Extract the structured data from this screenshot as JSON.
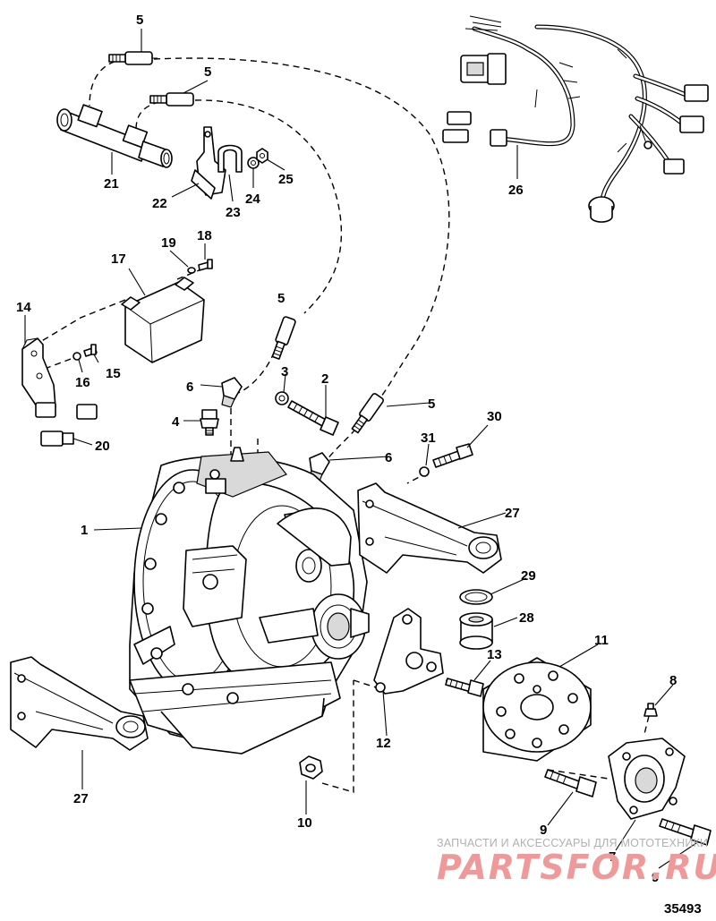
{
  "diagram": {
    "drawing_number": "35493",
    "watermark": {
      "tagline": "ЗАПЧАСТИ И АКСЕССУАРЫ ДЛЯ МОТОТЕХНИКИ",
      "logo": "PARTSFOR.RU"
    },
    "callouts": [
      {
        "id": "c5a",
        "label": "5"
      },
      {
        "id": "c5b",
        "label": "5"
      },
      {
        "id": "c5c",
        "label": "5"
      },
      {
        "id": "c5d",
        "label": "5"
      },
      {
        "id": "c21",
        "label": "21"
      },
      {
        "id": "c22",
        "label": "22"
      },
      {
        "id": "c23",
        "label": "23"
      },
      {
        "id": "c24",
        "label": "24"
      },
      {
        "id": "c25",
        "label": "25"
      },
      {
        "id": "c26",
        "label": "26"
      },
      {
        "id": "c17",
        "label": "17"
      },
      {
        "id": "c19",
        "label": "19"
      },
      {
        "id": "c18",
        "label": "18"
      },
      {
        "id": "c14",
        "label": "14"
      },
      {
        "id": "c16",
        "label": "16"
      },
      {
        "id": "c15",
        "label": "15"
      },
      {
        "id": "c20",
        "label": "20"
      },
      {
        "id": "c6a",
        "label": "6"
      },
      {
        "id": "c6b",
        "label": "6"
      },
      {
        "id": "c3",
        "label": "3"
      },
      {
        "id": "c2",
        "label": "2"
      },
      {
        "id": "c4",
        "label": "4"
      },
      {
        "id": "c30",
        "label": "30"
      },
      {
        "id": "c31",
        "label": "31"
      },
      {
        "id": "c1",
        "label": "1"
      },
      {
        "id": "c27a",
        "label": "27"
      },
      {
        "id": "c27b",
        "label": "27"
      },
      {
        "id": "c29",
        "label": "29"
      },
      {
        "id": "c28",
        "label": "28"
      },
      {
        "id": "c11",
        "label": "11"
      },
      {
        "id": "c13",
        "label": "13"
      },
      {
        "id": "c8",
        "label": "8"
      },
      {
        "id": "c12",
        "label": "12"
      },
      {
        "id": "c10",
        "label": "10"
      },
      {
        "id": "c9a",
        "label": "9"
      },
      {
        "id": "c7",
        "label": "7"
      },
      {
        "id": "c9b",
        "label": "9"
      }
    ]
  }
}
